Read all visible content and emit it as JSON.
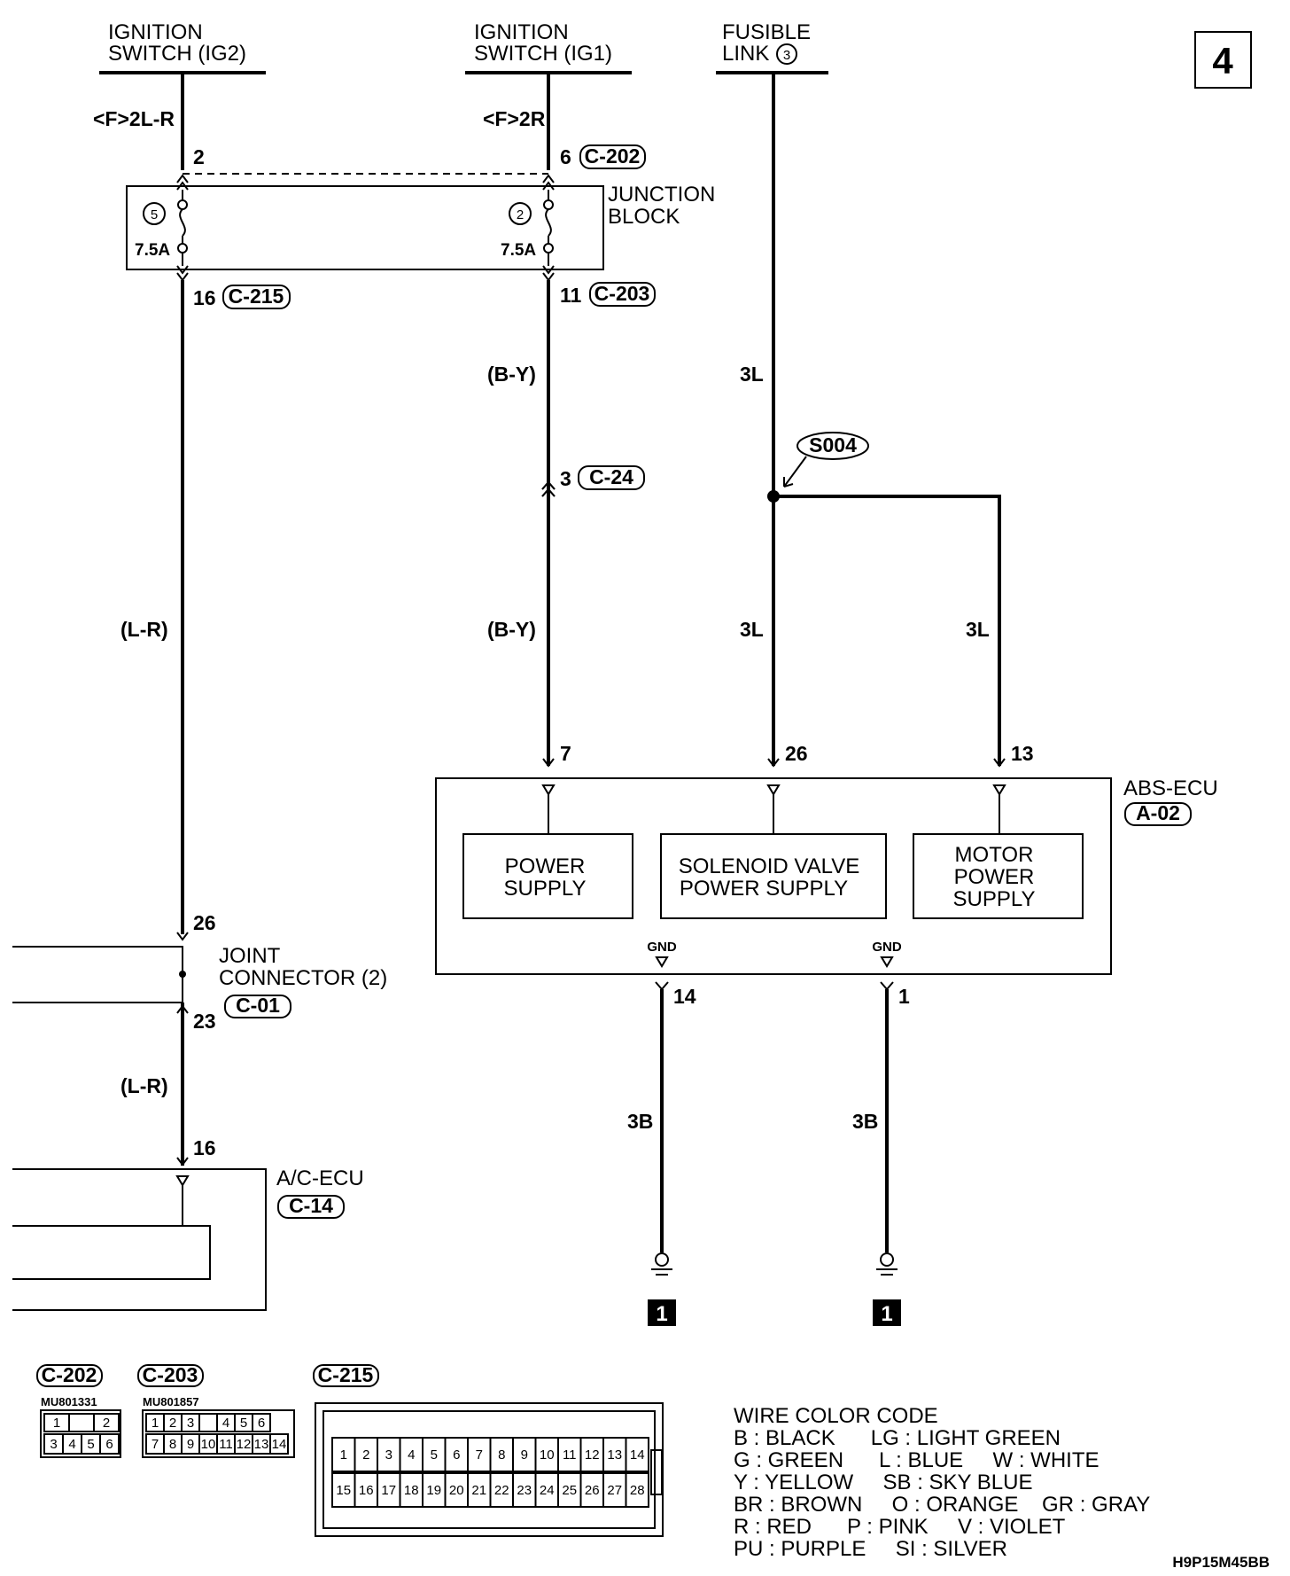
{
  "page_number": "4",
  "diagram_code": "H9P15M45BB",
  "sources": {
    "ig2": {
      "line1": "IGNITION",
      "line2": "SWITCH (IG2)"
    },
    "ig1": {
      "line1": "IGNITION",
      "line2": "SWITCH (IG1)"
    },
    "fusible": {
      "line1": "FUSIBLE",
      "line2": "LINK",
      "num": "3"
    }
  },
  "wire_labels": {
    "ig2_top": "<F>2L-R",
    "ig1_top": "<F>2R",
    "by_1": "(B-Y)",
    "by_2": "(B-Y)",
    "lr_1": "(L-R)",
    "lr_2": "(L-R)",
    "l3_1": "3L",
    "l3_2": "3L",
    "l3_3": "3L",
    "b3_1": "3B",
    "b3_2": "3B"
  },
  "pins": {
    "p2": "2",
    "p6": "6",
    "p16a": "16",
    "p11": "11",
    "p3": "3",
    "p7": "7",
    "p26a": "26",
    "p13": "13",
    "p26b": "26",
    "p23": "23",
    "p16b": "16",
    "p14": "14",
    "p1": "1"
  },
  "connectors": {
    "c202": "C-202",
    "c203": "C-203",
    "c215": "C-215",
    "c24": "C-24",
    "a02": "A-02",
    "c01": "C-01",
    "c14": "C-14"
  },
  "junction_block": {
    "line1": "JUNCTION",
    "line2": "BLOCK",
    "fuse_left_num": "5",
    "fuse_left_rating": "7.5A",
    "fuse_right_num": "2",
    "fuse_right_rating": "7.5A"
  },
  "splice": "S004",
  "abs_ecu": {
    "title": "ABS-ECU",
    "power_supply": [
      "POWER",
      "SUPPLY"
    ],
    "solenoid": [
      "SOLENOID VALVE",
      "POWER SUPPLY"
    ],
    "motor": [
      "MOTOR",
      "POWER",
      "SUPPLY"
    ],
    "gnd1": "GND",
    "gnd2": "GND"
  },
  "joint_connector": {
    "line1": "JOINT",
    "line2": "CONNECTOR (2)"
  },
  "ac_ecu": {
    "title": "A/C-ECU"
  },
  "ground_ref": "1",
  "connector_views": {
    "c202": {
      "name": "C-202",
      "part": "MU801331",
      "row1": [
        "1",
        "",
        "2"
      ],
      "row2": [
        "3",
        "4",
        "5",
        "6"
      ]
    },
    "c203": {
      "name": "C-203",
      "part": "MU801857",
      "row1": [
        "1",
        "2",
        "3",
        "",
        "4",
        "5",
        "6"
      ],
      "row2": [
        "7",
        "8",
        "9",
        "10",
        "11",
        "12",
        "13",
        "14"
      ]
    },
    "c215": {
      "name": "C-215",
      "row1": [
        "1",
        "2",
        "3",
        "4",
        "5",
        "6",
        "7",
        "8",
        "9",
        "10",
        "11",
        "12",
        "13",
        "14"
      ],
      "row2": [
        "15",
        "16",
        "17",
        "18",
        "19",
        "20",
        "21",
        "22",
        "23",
        "24",
        "25",
        "26",
        "27",
        "28"
      ]
    }
  },
  "wire_color_code": {
    "title": "WIRE COLOR CODE",
    "lines": [
      "B : BLACK      LG : LIGHT GREEN",
      "G : GREEN      L : BLUE     W : WHITE",
      "Y : YELLOW     SB : SKY BLUE",
      "BR : BROWN     O : ORANGE    GR : GRAY",
      "R : RED      P : PINK     V : VIOLET",
      "PU : PURPLE     SI : SILVER"
    ]
  }
}
